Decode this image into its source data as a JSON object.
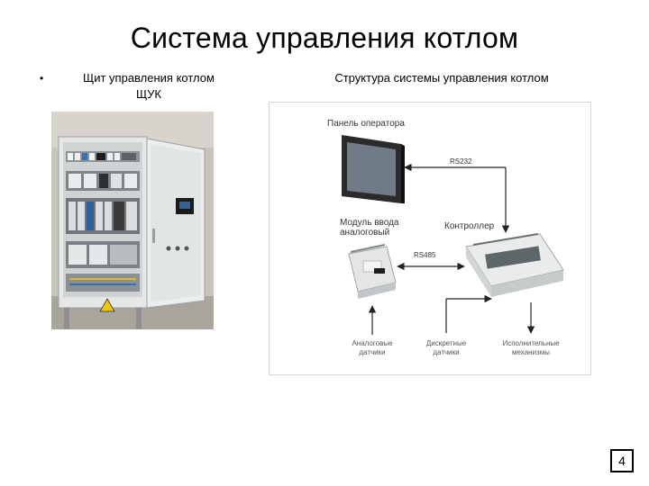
{
  "slide": {
    "title": "Система управления котлом",
    "bullet": "•",
    "left_caption_line1": "Щит управления котлом",
    "left_caption_line2": "ЩУК",
    "right_caption": "Структура системы управления котлом",
    "page_number": "4"
  },
  "diagram": {
    "operator_panel": "Панель оператора",
    "rs232": "RS232",
    "analog_module_line1": "Модуль ввода",
    "analog_module_line2": "аналоговый",
    "controller": "Контроллер",
    "rs485": "RS485",
    "analog_sensors_line1": "Аналоговые",
    "analog_sensors_line2": "датчики",
    "discrete_sensors_line1": "Дискретные",
    "discrete_sensors_line2": "датчики",
    "actuators_line1": "Исполнительные",
    "actuators_line2": "механизмы"
  }
}
